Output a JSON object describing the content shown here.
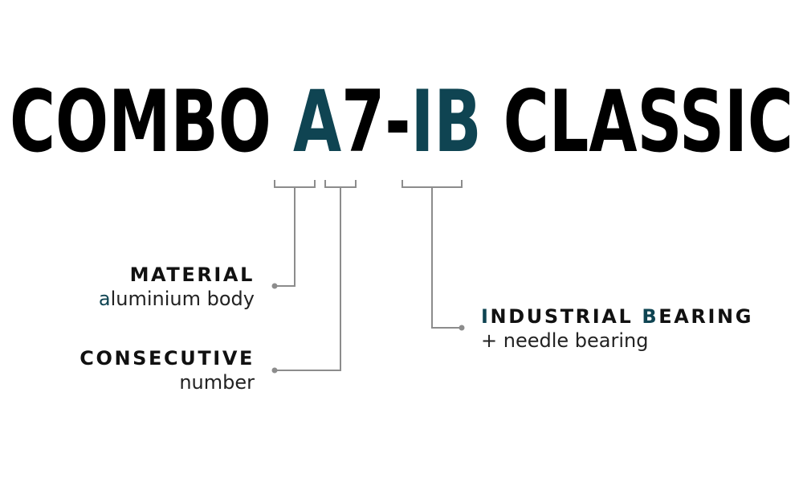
{
  "title": {
    "parts": [
      {
        "text": "COMBO ",
        "color": "#000000"
      },
      {
        "text": "A",
        "color": "#0f4452"
      },
      {
        "text": "7-",
        "color": "#000000"
      },
      {
        "text": "IB",
        "color": "#0f4452"
      },
      {
        "text": " CLASSIC",
        "color": "#000000"
      }
    ],
    "full": "COMBO A7-IB CLASSIC"
  },
  "colors": {
    "accent": "#0f4452",
    "text": "#000000",
    "connector": "#8c8c8c"
  },
  "labels": {
    "material": {
      "heading": "MATERIAL",
      "sub_accent": "a",
      "sub_rest": "luminium body"
    },
    "consecutive": {
      "heading": "CONSECUTIVE",
      "sub": "number"
    },
    "industrial": {
      "heading_accent1": "I",
      "heading_part1": "NDUSTRIAL ",
      "heading_accent2": "B",
      "heading_part2": "EARING",
      "sub": "+ needle bearing"
    }
  }
}
